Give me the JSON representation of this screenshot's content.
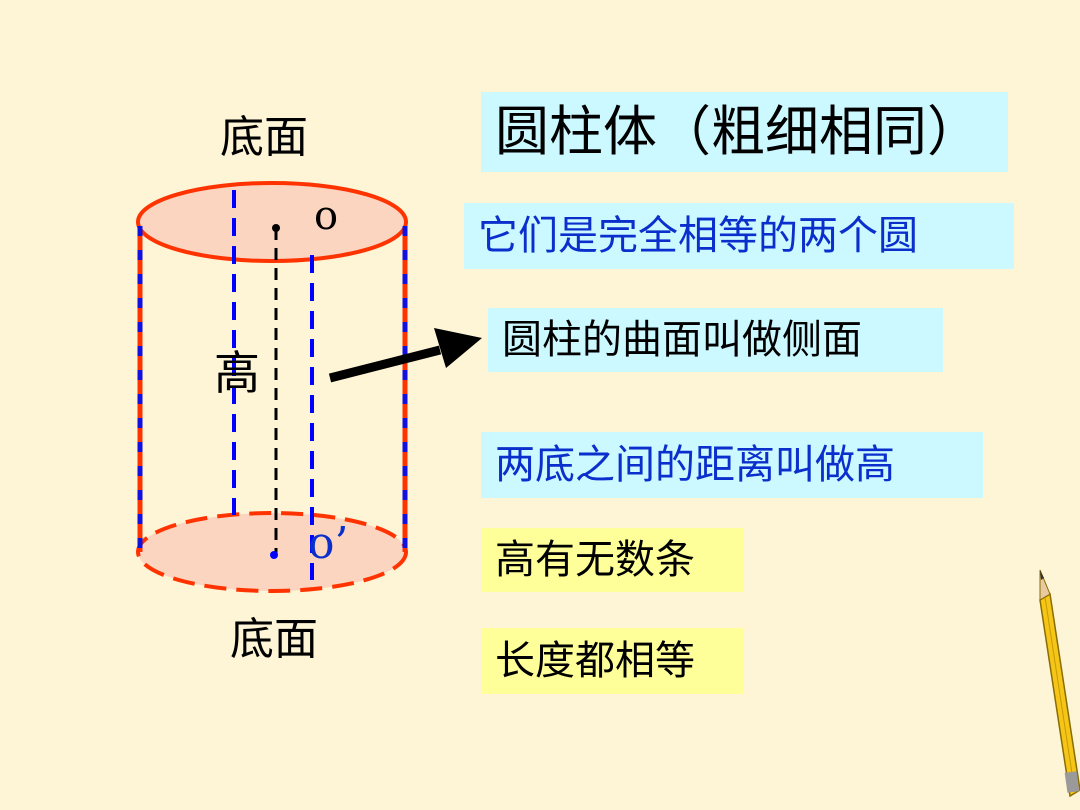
{
  "labels": {
    "top_base": "底面",
    "bottom_base": "底面",
    "height": "高",
    "center_top": "o",
    "center_bottom": "o’"
  },
  "boxes": {
    "title": "圆柱体（粗细相同）",
    "bases_equal": "它们是完全相等的两个圆",
    "lateral_surface": "圆柱的曲面叫做侧面",
    "height_definition": "两底之间的距离叫做高",
    "infinite_heights": "高有无数条",
    "equal_lengths": "长度都相等"
  },
  "colors": {
    "background": "#fdf5d6",
    "cyan_box": "#ccf8ff",
    "yellow_box": "#ffff99",
    "blue_text": "#0b2fcc",
    "cylinder_outline": "#ff3300",
    "base_fill": "#fcd5c0",
    "dashed_blue": "#0000ff"
  },
  "icons": {
    "pencil": "pencil-icon",
    "arrow": "arrow-right-icon"
  }
}
